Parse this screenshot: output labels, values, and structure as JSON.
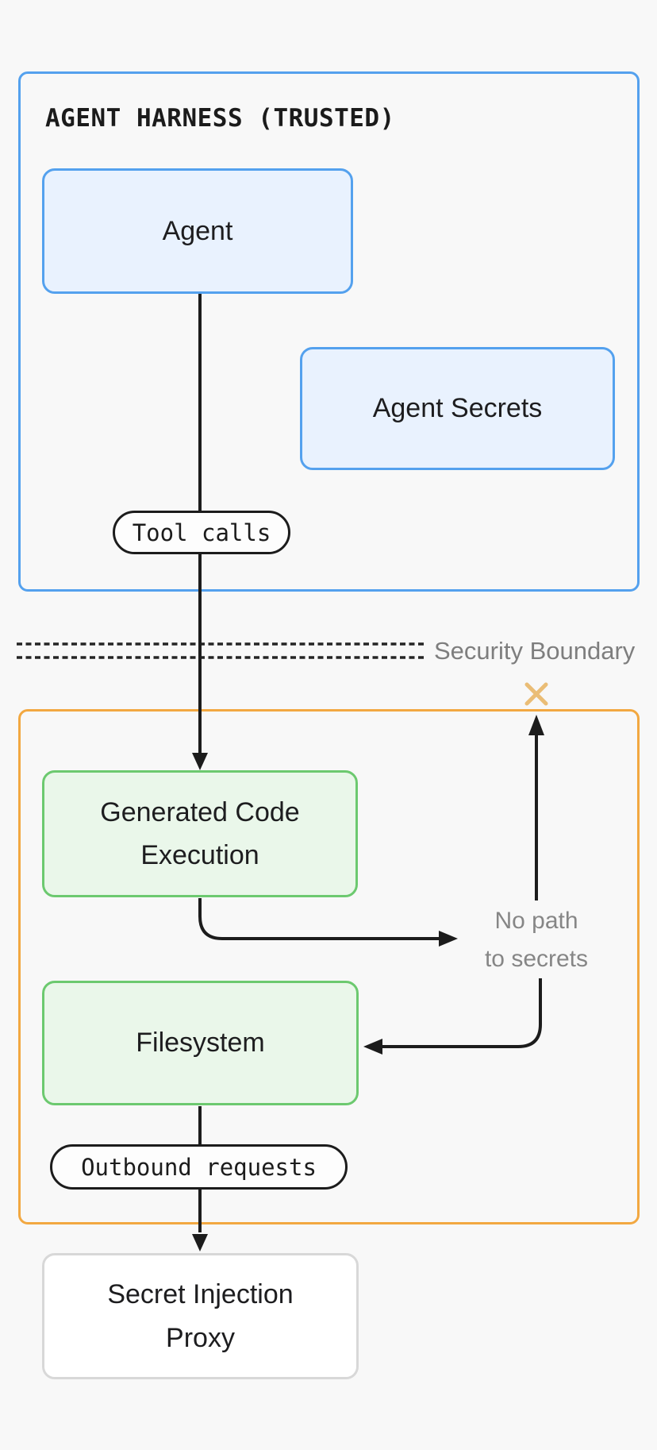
{
  "page": {
    "background": "#f8f8f8"
  },
  "diagram": {
    "trusted_zone": {
      "title": "AGENT HARNESS (TRUSTED)",
      "border_color": "#54a1ee",
      "nodes": {
        "agent": {
          "label": "Agent",
          "fill": "#e9f2fe",
          "border": "#54a1ee"
        },
        "agent_secrets": {
          "label": "Agent Secrets",
          "fill": "#e9f2fe",
          "border": "#54a1ee"
        }
      },
      "tool_calls_pill": {
        "label": "Tool calls"
      }
    },
    "security_boundary": {
      "label": "Security Boundary",
      "label_color": "#7e7e7e",
      "line_color": "#242424"
    },
    "sandbox_zone": {
      "border_color": "#f2a841",
      "nodes": {
        "generated_code_execution": {
          "label": "Generated Code\nExecution",
          "fill": "#eaf7ea",
          "border": "#6cc96f"
        },
        "filesystem": {
          "label": "Filesystem",
          "fill": "#eaf7ea",
          "border": "#6cc96f"
        }
      },
      "outbound_requests_pill": {
        "label": "Outbound requests"
      },
      "no_path_label": {
        "text": "No path\nto secrets",
        "color": "#868686"
      },
      "blocked_x_icon": {
        "glyph": "✕",
        "color": "#eabd76"
      }
    },
    "proxy_node": {
      "label": "Secret Injection\nProxy",
      "fill": "#ffffff",
      "border": "#d8d8d8"
    },
    "edges": [
      {
        "from": "agent",
        "to": "generated_code_execution",
        "via": "Tool calls"
      },
      {
        "from": "generated_code_execution",
        "to": "security_boundary",
        "status": "blocked"
      },
      {
        "from": "generated_code_execution",
        "to": "filesystem",
        "note": "No path to secrets"
      },
      {
        "from": "filesystem",
        "to": "secret_injection_proxy",
        "via": "Outbound requests"
      }
    ],
    "arrow_color": "#1c1c1c"
  }
}
